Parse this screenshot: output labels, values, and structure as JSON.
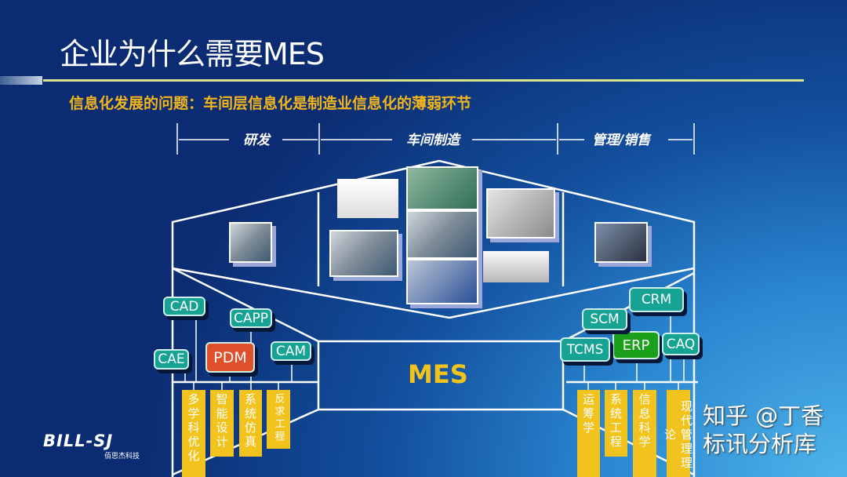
{
  "title": "企业为什么需要MES",
  "subtitle": "信息化发展的问题：车间层信息化是制造业信息化的薄弱环节",
  "segments": {
    "rnd": "研发",
    "shop": "车间制造",
    "mgmt": "管理/销售"
  },
  "center": "MES",
  "left_systems": {
    "cad": "CAD",
    "capp": "CAPP",
    "cae": "CAE",
    "pdm": "PDM",
    "cam": "CAM"
  },
  "right_systems": {
    "crm": "CRM",
    "scm": "SCM",
    "tcms": "TCMS",
    "erp": "ERP",
    "caq": "CAQ"
  },
  "left_disciplines": [
    "多学科优化",
    "智能设计",
    "系统仿真",
    "反求工程"
  ],
  "right_disciplines": [
    "运筹学",
    "系统工程",
    "信息科学",
    "现代管理理论"
  ],
  "logo": {
    "name": "BILL-SJ",
    "sub": "佰思杰科技"
  },
  "watermark": "知乎 @丁香标讯分析库",
  "colors": {
    "title_rule": "#d8e48a",
    "subtitle": "#f2b51c",
    "system_box": "#17a394",
    "pdm": "#e0502a",
    "erp": "#1aa01a",
    "discipline": "#f2c31c"
  }
}
